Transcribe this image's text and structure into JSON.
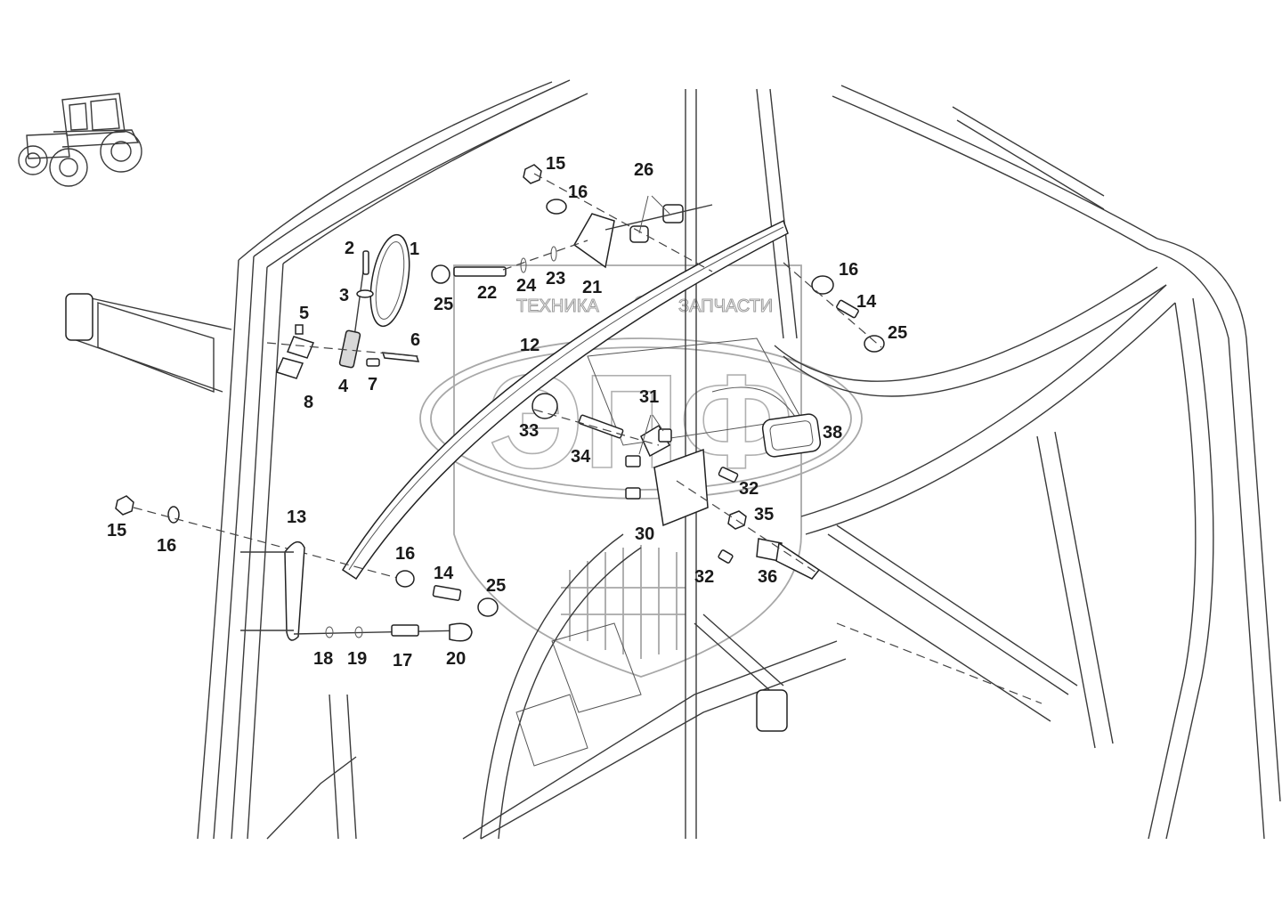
{
  "watermark": {
    "left_word": "ТЕХНИКА",
    "right_word": "ЗАПЧАСТИ",
    "logo_letters": "ЭПФ"
  },
  "callouts": [
    {
      "id": "c1",
      "label": "1"
    },
    {
      "id": "c2",
      "label": "2"
    },
    {
      "id": "c3",
      "label": "3"
    },
    {
      "id": "c4",
      "label": "4"
    },
    {
      "id": "c5",
      "label": "5"
    },
    {
      "id": "c6",
      "label": "6"
    },
    {
      "id": "c7",
      "label": "7"
    },
    {
      "id": "c8",
      "label": "8"
    },
    {
      "id": "c12",
      "label": "12"
    },
    {
      "id": "c13",
      "label": "13"
    },
    {
      "id": "c14a",
      "label": "14"
    },
    {
      "id": "c14b",
      "label": "14"
    },
    {
      "id": "c15a",
      "label": "15"
    },
    {
      "id": "c15b",
      "label": "15"
    },
    {
      "id": "c16a",
      "label": "16"
    },
    {
      "id": "c16b",
      "label": "16"
    },
    {
      "id": "c16c",
      "label": "16"
    },
    {
      "id": "c16d",
      "label": "16"
    },
    {
      "id": "c17",
      "label": "17"
    },
    {
      "id": "c18",
      "label": "18"
    },
    {
      "id": "c19",
      "label": "19"
    },
    {
      "id": "c20",
      "label": "20"
    },
    {
      "id": "c21",
      "label": "21"
    },
    {
      "id": "c22",
      "label": "22"
    },
    {
      "id": "c23",
      "label": "23"
    },
    {
      "id": "c24",
      "label": "24"
    },
    {
      "id": "c25a",
      "label": "25"
    },
    {
      "id": "c25b",
      "label": "25"
    },
    {
      "id": "c25c",
      "label": "25"
    },
    {
      "id": "c26",
      "label": "26"
    },
    {
      "id": "c30",
      "label": "30"
    },
    {
      "id": "c31",
      "label": "31"
    },
    {
      "id": "c32a",
      "label": "32"
    },
    {
      "id": "c32b",
      "label": "32"
    },
    {
      "id": "c33",
      "label": "33"
    },
    {
      "id": "c34",
      "label": "34"
    },
    {
      "id": "c35",
      "label": "35"
    },
    {
      "id": "c36",
      "label": "36"
    },
    {
      "id": "c38",
      "label": "38"
    }
  ]
}
